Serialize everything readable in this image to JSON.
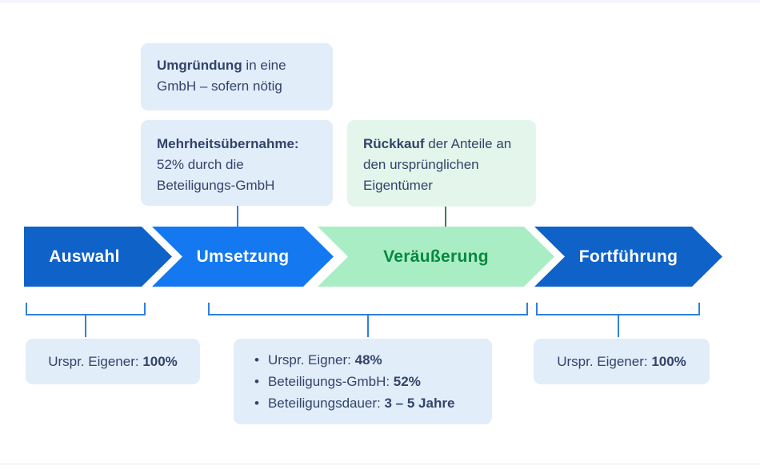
{
  "diagram": {
    "type": "process-flow",
    "language": "de",
    "topic": "Beteiligungsmodell / GmbH-Umgründung und Rückkauf"
  },
  "callouts": [
    {
      "bold": "Umgründung",
      "rest": " in eine GmbH – sofern nötig"
    },
    {
      "bold": "Mehrheitsübernahme:",
      "rest": " 52% durch die Beteiligungs-GmbH"
    },
    {
      "bold": "Rückkauf",
      "rest": " der Anteile an den ursprünglichen Eigentümer"
    }
  ],
  "stages": [
    {
      "label": "Auswahl",
      "bg": "#0f62c8",
      "text_color": "#ffffff"
    },
    {
      "label": "Umsetzung",
      "bg": "#1478f0",
      "text_color": "#ffffff"
    },
    {
      "label": "Veräußerung",
      "bg": "#a9edc5",
      "text_color": "#07893f"
    },
    {
      "label": "Fortführung",
      "bg": "#0f62c8",
      "text_color": "#ffffff"
    }
  ],
  "ownership": {
    "left": {
      "label": "Urspr. Eigener: ",
      "value": "100%"
    },
    "middle": {
      "bullets": [
        {
          "label": "Urspr. Eigner: ",
          "value": "48%"
        },
        {
          "label": "Beteiligungs-GmbH: ",
          "value": "52%"
        },
        {
          "label": "Beteiligungsdauer: ",
          "value": "3 – 5 Jahre"
        }
      ]
    },
    "right": {
      "label": "Urspr. Eigener: ",
      "value": "100%"
    }
  },
  "colors": {
    "callout_blue_bg": "#e2edfa",
    "callout_green_bg": "#e4f6eb",
    "info_box_bg": "#e2edfa",
    "text_navy": "#33436a",
    "bracket_blue": "#2e80e1",
    "connector_green": "#3f7a5e",
    "stage_dark_blue": "#0f62c8",
    "stage_bright_blue": "#1478f0",
    "stage_light_green": "#a9edc5",
    "stage_green_text": "#07893f",
    "top_strip": "#f4f4fa",
    "bottom_divider": "#ececf0"
  }
}
